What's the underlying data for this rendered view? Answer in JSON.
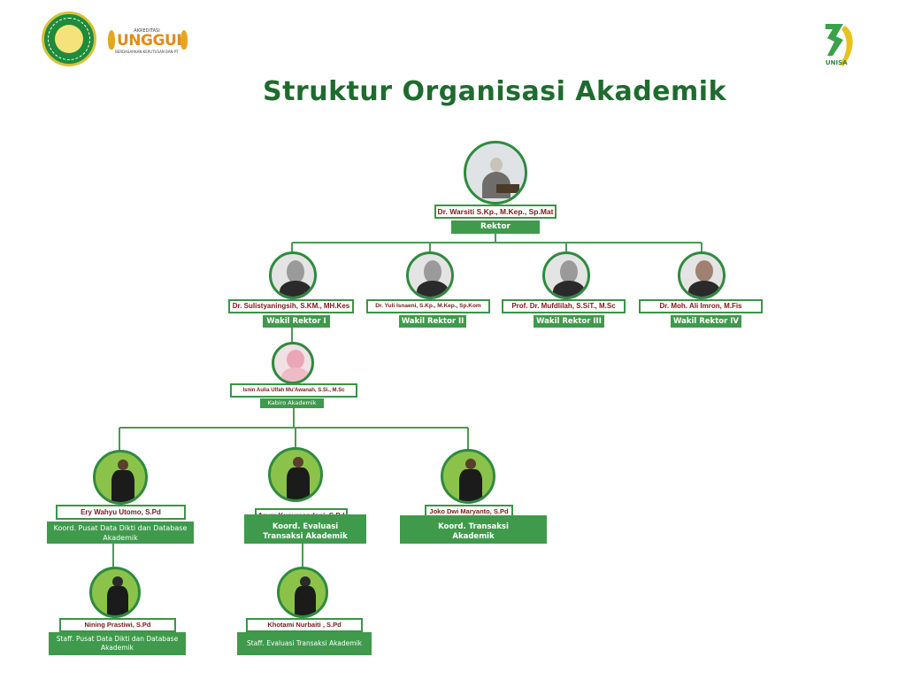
{
  "title": "Struktur Organisasi Akademik",
  "logos": {
    "unggul_top": "AKREDITASI",
    "unggul_main": "UNGGUL",
    "unggul_bottom": "BERDASARKAN KEPUTUSAN BAN-PT",
    "anniversary_label": "UNISA"
  },
  "colors": {
    "title_green": "#1f6b2e",
    "box_green": "#3f9a4c",
    "name_red": "#7a1a1a",
    "photo_bg_green": "#8bc34a"
  },
  "rektor": {
    "name": "Dr. Warsiti S.Kp., M.Kep., Sp.Mat",
    "role": "Rektor"
  },
  "wakil": [
    {
      "name": "Dr. Sulistyaningsih, S.KM., MH.Kes",
      "role": "Wakil Rektor I"
    },
    {
      "name": "Dr. Yuli Isnaeni, S.Kp., M.Kep., Sp.Kom",
      "role": "Wakil Rektor II"
    },
    {
      "name": "Prof. Dr. Mufdlilah, S.SiT., M.Sc",
      "role": "Wakil Rektor III"
    },
    {
      "name": "Dr. Moh. Ali Imron, M.Fis",
      "role": "Wakil Rektor IV"
    }
  ],
  "kabiro": {
    "name": "Isnin Aulia Ulfah Mu'Awanah, S.Si., M.Sc",
    "role": "Kabiro Akademik"
  },
  "koord": [
    {
      "name": "Ery Wahyu Utomo, S.Pd",
      "role": "Koord. Pusat Data Dikti dan Database Akademik"
    },
    {
      "name": "Arum Kusumandani, S.Pd",
      "role": "Koord. Evaluasi Transaksi Akademik"
    },
    {
      "name": "Joko Dwi Maryanto, S.Pd",
      "role": "Koord. Transaksi Akademik"
    }
  ],
  "staff": [
    {
      "name": "Nining Prastiwi, S.Pd",
      "role": "Staff. Pusat Data Dikti dan Database Akademik"
    },
    {
      "name": "Khotami Nurbaiti , S.Pd",
      "role": "Staff. Evaluasi Transaksi Akademik"
    }
  ]
}
